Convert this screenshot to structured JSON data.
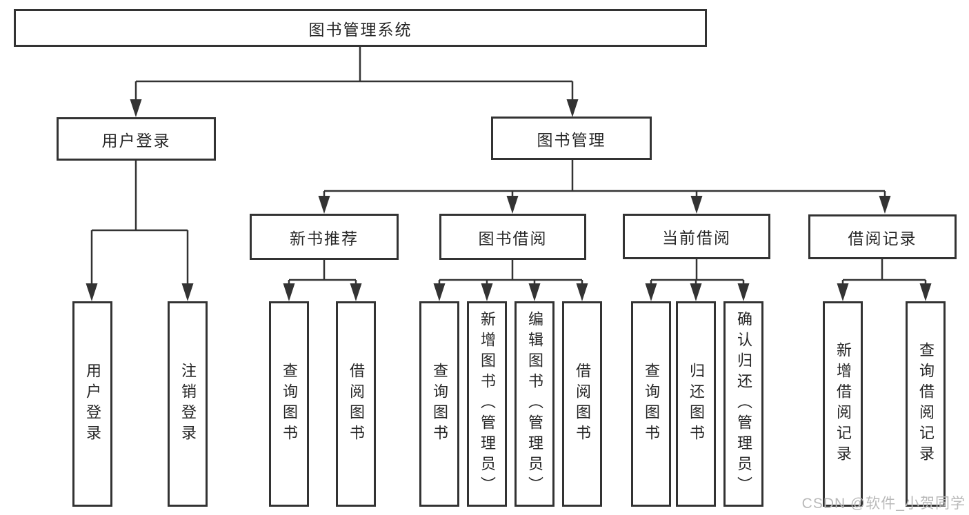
{
  "diagram_title": "图书管理系统",
  "watermark": "CSDN @软件_小贺同学",
  "colors": {
    "line": "#333333",
    "box_border": "#333333",
    "text": "#262626",
    "watermark": "#b9b9b9",
    "background": "#ffffff"
  },
  "tree": {
    "root": {
      "label": "图书管理系统"
    },
    "branches": [
      {
        "label": "用户登录",
        "children": [
          {
            "label": "用户登录"
          },
          {
            "label": "注销登录"
          }
        ]
      },
      {
        "label": "图书管理",
        "children": [
          {
            "label": "新书推荐",
            "children": [
              {
                "label": "查询图书"
              },
              {
                "label": "借阅图书"
              }
            ]
          },
          {
            "label": "图书借阅",
            "children": [
              {
                "label": "查询图书"
              },
              {
                "label": "新增图书（管理员）"
              },
              {
                "label": "编辑图书（管理员）"
              },
              {
                "label": "借阅图书"
              }
            ]
          },
          {
            "label": "当前借阅",
            "children": [
              {
                "label": "查询图书"
              },
              {
                "label": "归还图书"
              },
              {
                "label": "确认归还（管理员）"
              }
            ]
          },
          {
            "label": "借阅记录",
            "children": [
              {
                "label": "新增借阅记录"
              },
              {
                "label": "查询借阅记录"
              }
            ]
          }
        ]
      }
    ]
  }
}
